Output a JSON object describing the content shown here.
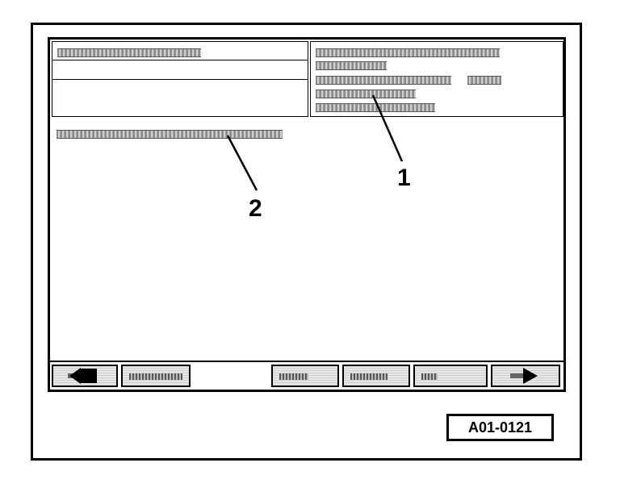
{
  "callouts": [
    {
      "number": "1"
    },
    {
      "number": "2"
    }
  ],
  "reference": {
    "code": "A01-0121"
  },
  "softkeys": [
    {
      "icon": "arrow-left-icon"
    },
    {
      "icon": "blank"
    },
    {
      "icon": "blank"
    },
    {
      "icon": "blank"
    },
    {
      "icon": "blank"
    },
    {
      "icon": "arrow-right-icon"
    }
  ],
  "colors": {
    "line": "#000000",
    "redaction": "#a0a0a0",
    "background": "#ffffff"
  }
}
